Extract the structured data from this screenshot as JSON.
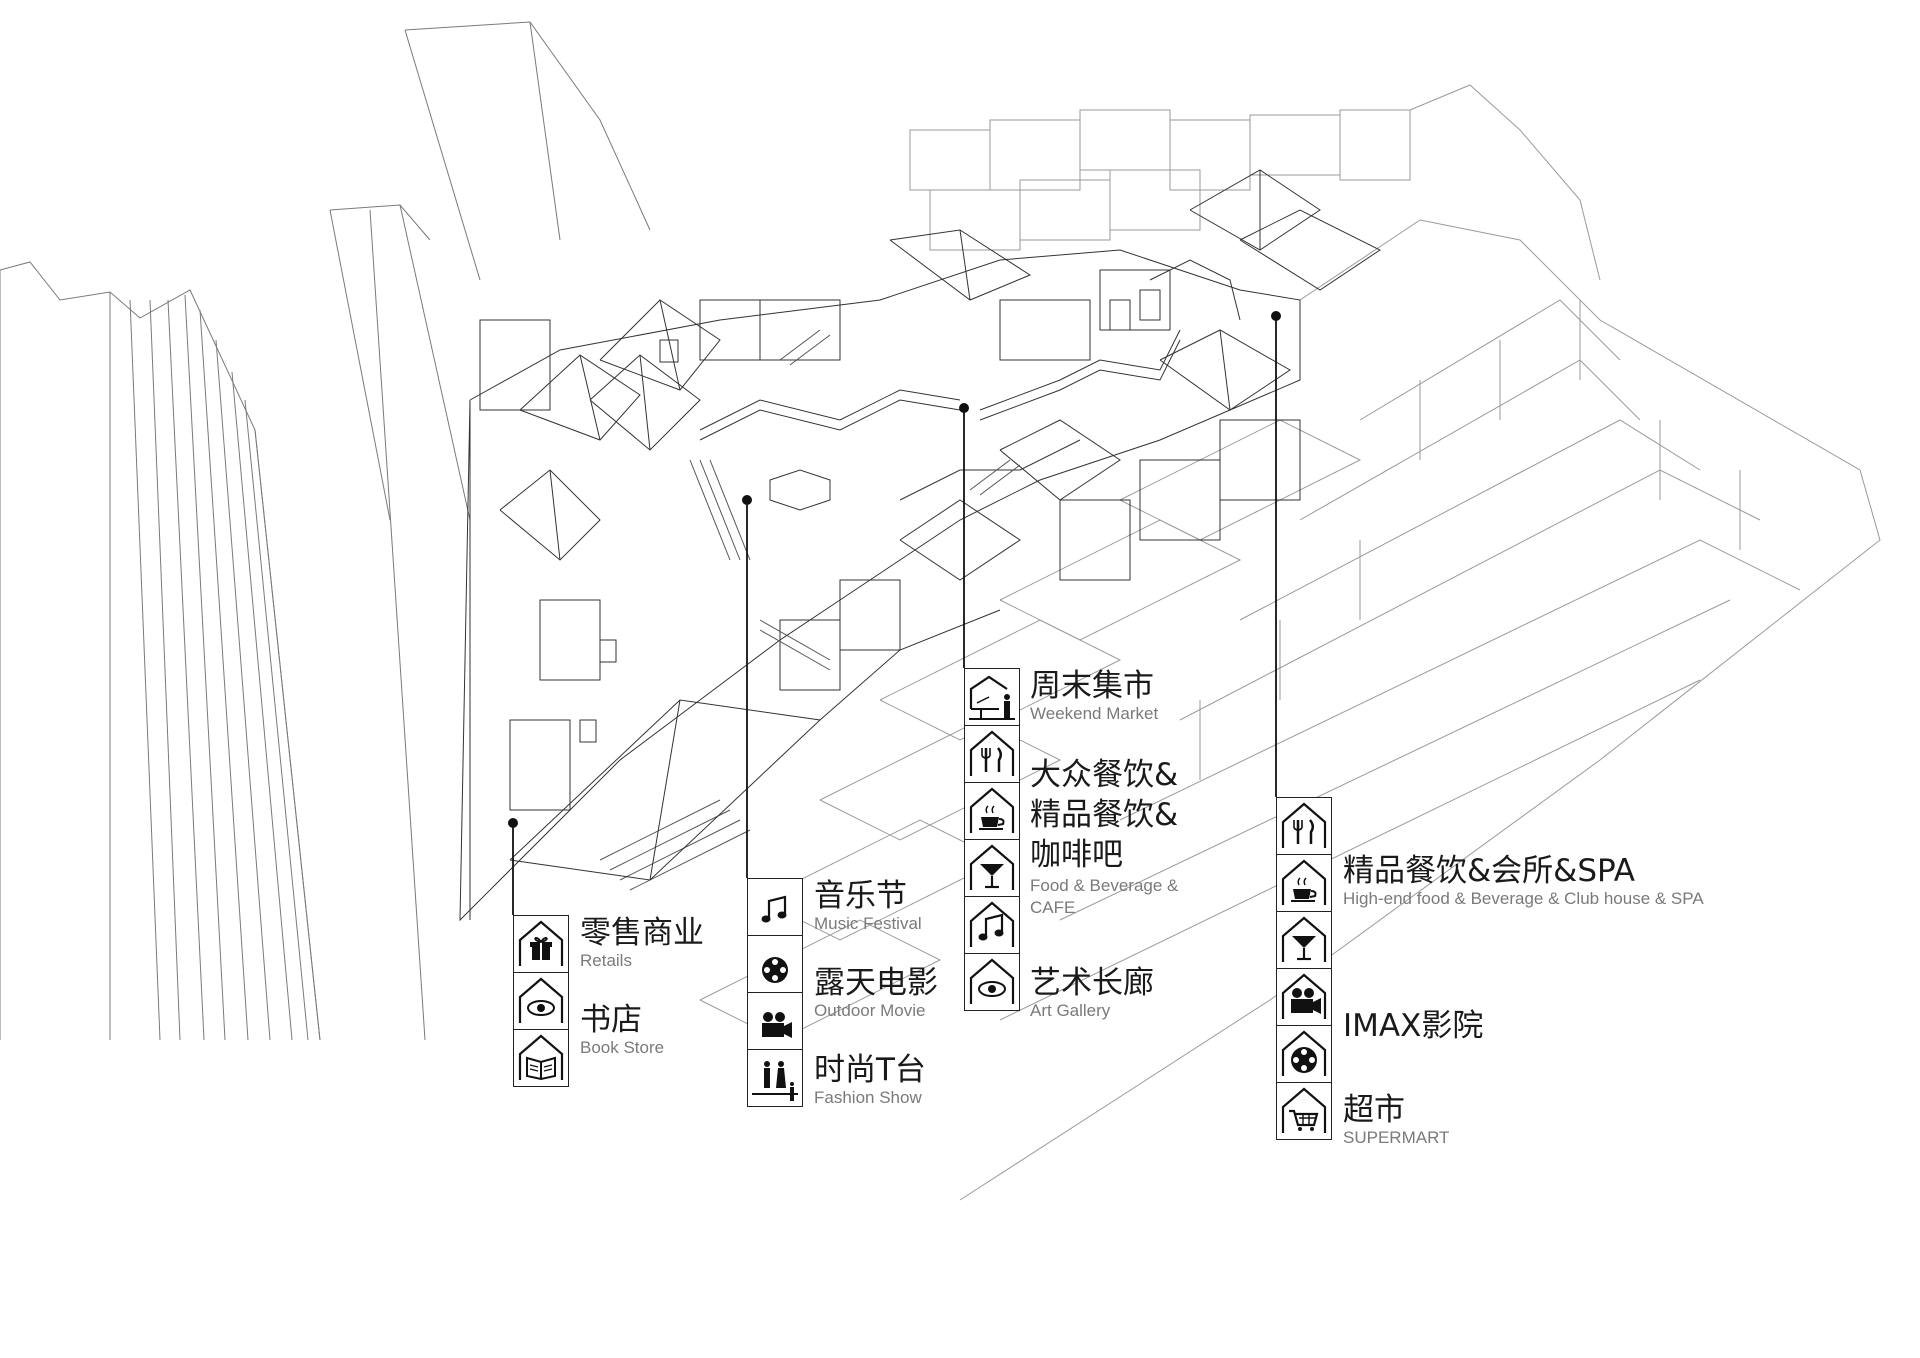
{
  "groups": [
    {
      "id": "retail",
      "labels": [
        {
          "zh": "零售商业",
          "en": "Retails"
        },
        {
          "zh": "书店",
          "en": "Book Store"
        }
      ],
      "icons": [
        "gift-house-icon",
        "eye-house-icon",
        "book-house-icon"
      ]
    },
    {
      "id": "events",
      "labels": [
        {
          "zh": "音乐节",
          "en": "Music Festival"
        },
        {
          "zh": "露天电影",
          "en": "Outdoor Movie"
        },
        {
          "zh": "时尚T台",
          "en": "Fashion Show"
        }
      ],
      "icons": [
        "music-note-icon",
        "film-reel-icon",
        "movie-camera-icon",
        "fashion-figures-icon"
      ]
    },
    {
      "id": "market",
      "labels": [
        {
          "zh": "周末集市",
          "en": "Weekend Market"
        },
        {
          "zh": "大众餐饮&\n精品餐饮&\n咖啡吧",
          "en": "Food & Beverage &\nCAFE"
        },
        {
          "zh": "艺术长廊",
          "en": "Art Gallery"
        }
      ],
      "icons": [
        "market-stall-icon",
        "fork-knife-house-icon",
        "coffee-cup-house-icon",
        "cocktail-house-icon",
        "music-note-house-icon",
        "eye-house-icon"
      ]
    },
    {
      "id": "premium",
      "labels": [
        {
          "zh": "精品餐饮&会所&SPA",
          "en": "High-end food & Beverage & Club house & SPA"
        },
        {
          "zh": "IMAX影院",
          "en": ""
        },
        {
          "zh": "超市",
          "en": "SUPERMART"
        }
      ],
      "icons": [
        "fork-knife-house-icon",
        "coffee-cup-house-icon",
        "cocktail-house-icon",
        "movie-camera-house-icon",
        "film-reel-house-icon",
        "shopping-cart-house-icon"
      ]
    }
  ]
}
